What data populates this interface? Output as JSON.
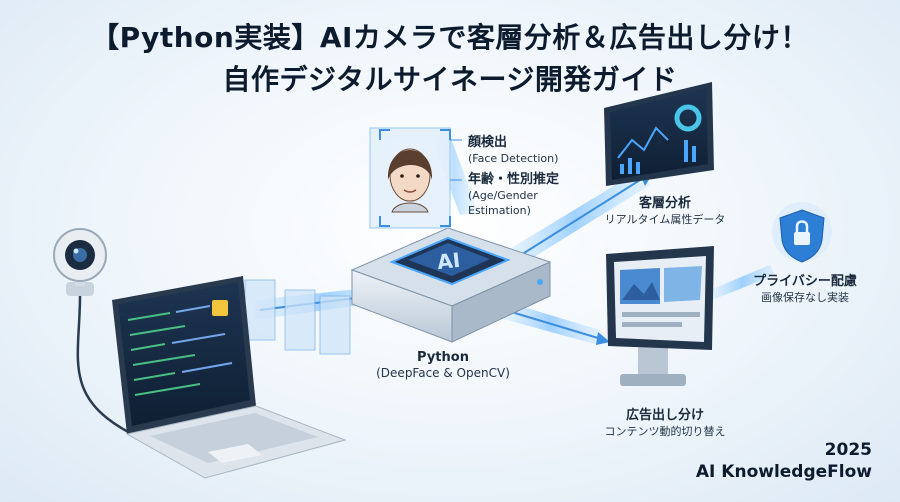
{
  "title": {
    "line1": "【Python実装】AIカメラで客層分析＆広告出し分け！",
    "line2": "自作デジタルサイネージ開発ガイド"
  },
  "chip": {
    "label": "AI"
  },
  "face_detection": {
    "title": "顔検出",
    "sub": "(Face Detection)"
  },
  "age_gender": {
    "title": "年齢・性別推定",
    "sub1": "(Age/Gender",
    "sub2": "Estimation)"
  },
  "demographics": {
    "title": "客層分析",
    "sub": "リアルタイム属性データ"
  },
  "privacy": {
    "title": "プライバシー配慮",
    "sub": "画像保存なし実装"
  },
  "python": {
    "title": "Python",
    "sub": "(DeepFace & OpenCV)"
  },
  "ad_switch": {
    "title": "広告出し分け",
    "sub": "コンテンツ動的切り替え"
  },
  "footer": {
    "year": "2025",
    "brand": "AI KnowledgeFlow"
  },
  "colors": {
    "accent": "#3a8fe0",
    "dark": "#16263a",
    "glow": "#7fc6ff"
  },
  "icons": [
    "webcam-icon",
    "laptop-icon",
    "ai-chip-icon",
    "face-scan-icon",
    "dashboard-icon",
    "shield-lock-icon",
    "signage-monitor-icon"
  ]
}
